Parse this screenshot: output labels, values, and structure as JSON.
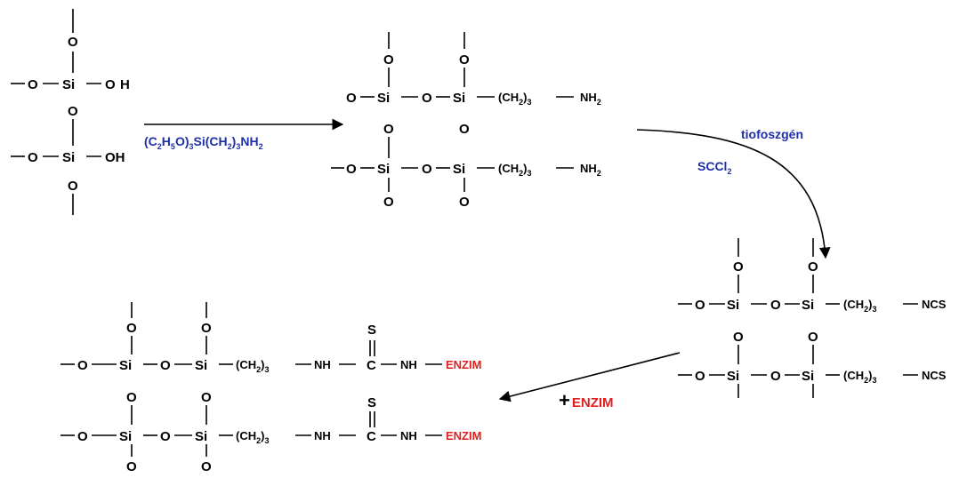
{
  "atoms": {
    "si": "Si",
    "o": "O",
    "h": "H",
    "oh": "OH",
    "nh": "NH",
    "c": "C",
    "s": "S"
  },
  "groups": {
    "ch2_main": "(CH",
    "ch2_sub": "2",
    "ch2_tail": ")",
    "ch2_n": "3",
    "nh2_main": "NH",
    "nh2_sub": "2",
    "ncs": "NCS"
  },
  "enzyme": "ENZIM",
  "reagents": {
    "silane": {
      "p1": "(C",
      "s1": "2",
      "p2": "H",
      "s2": "5",
      "p3": "O)",
      "s3": "3",
      "p4": "Si(CH",
      "s4": "2",
      "p5": ")",
      "s5": "3",
      "p6": "NH",
      "s6": "2"
    },
    "tiofoszgen": "tiofoszgén",
    "sccl2": {
      "main": "SCCl",
      "sub": "2"
    },
    "plus_enzyme": {
      "plus": "+",
      "name": "ENZIM"
    }
  },
  "colors": {
    "reagent": "#1f2fa8",
    "enzyme": "#e02020",
    "bond": "#000000"
  }
}
